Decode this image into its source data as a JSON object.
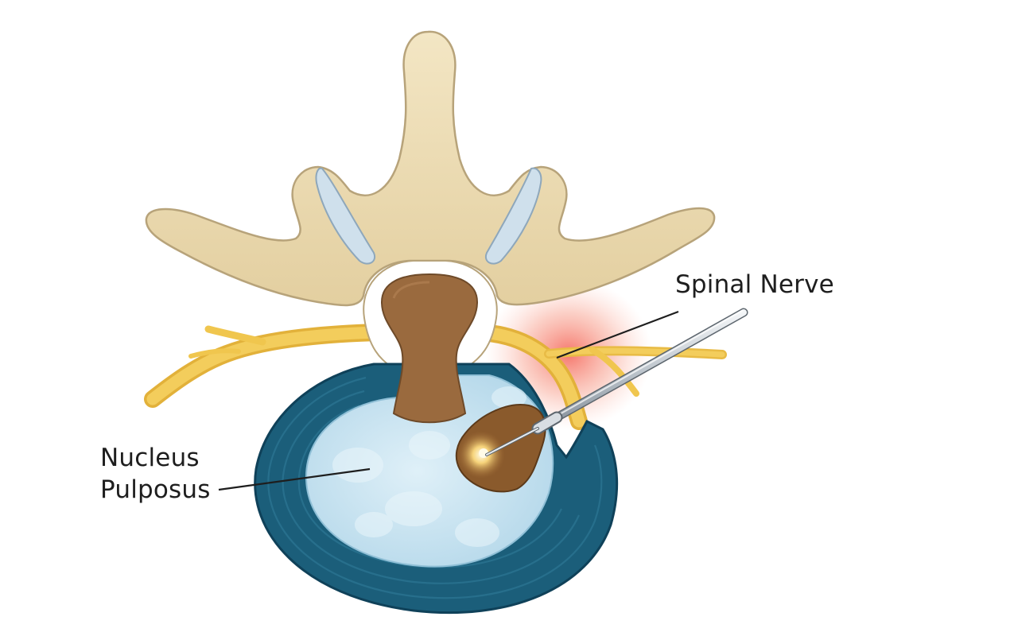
{
  "labels": {
    "spinal_nerve": "Spinal Nerve",
    "nucleus_line1": "Nucleus",
    "nucleus_line2": "Pulposus"
  },
  "colors": {
    "background": "#ffffff",
    "bone": "#eddcb3",
    "bone_outline": "#b7a37a",
    "cartilage": "#c9dbe8",
    "spinal_cord": "#9a6a3e",
    "nerve": "#f0c64e",
    "annulus": "#1b5e7a",
    "annulus_dark": "#11465e",
    "nucleus": "#c6e4f1",
    "herniation": "#8a5a2c",
    "inflammation": "#f05a4a",
    "probe": "#c8ced4",
    "leader_line": "#1e1e1e"
  },
  "icons": [
    "endoscopic-probe-icon",
    "laser-glow-icon"
  ]
}
